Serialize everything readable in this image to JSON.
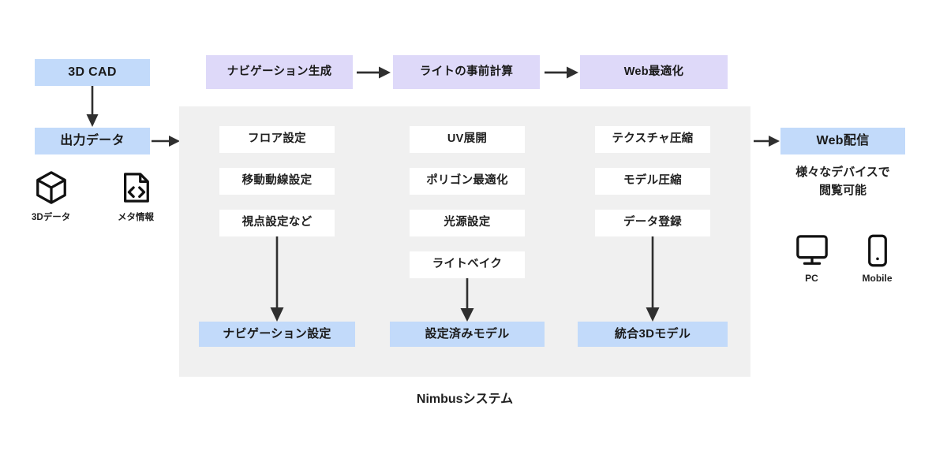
{
  "diagram": {
    "title": "Nimbus 3D pipeline diagram",
    "system_panel_caption": "Nimbusシステム",
    "colors": {
      "blue": "#c2dafa",
      "purple": "#ded9f9",
      "panel_gray": "#f0f0f0",
      "white": "#ffffff",
      "arrow": "#2f2f2f",
      "text": "#1f1f1f"
    }
  },
  "input": {
    "source_label": "3D CAD",
    "output_label": "出力データ",
    "legend": [
      {
        "icon": "cube-icon",
        "label": "3Dデータ"
      },
      {
        "icon": "file-code-icon",
        "label": "メタ情報"
      }
    ]
  },
  "pipeline_top": {
    "steps": [
      {
        "label": "ナビゲーション生成"
      },
      {
        "label": "ライトの事前計算"
      },
      {
        "label": "Web最適化"
      }
    ]
  },
  "system": {
    "columns": [
      {
        "name": "navigation",
        "tasks": [
          "フロア設定",
          "移動動線設定",
          "視点設定など"
        ],
        "result": "ナビゲーション設定"
      },
      {
        "name": "lighting",
        "tasks": [
          "UV展開",
          "ポリゴン最適化",
          "光源設定",
          "ライトベイク"
        ],
        "result": "設定済みモデル"
      },
      {
        "name": "compression",
        "tasks": [
          "テクスチャ圧縮",
          "モデル圧縮",
          "データ登録"
        ],
        "result": "統合3Dモデル"
      }
    ]
  },
  "delivery": {
    "label": "Web配信",
    "note": "様々なデバイスで\n閲覧可能",
    "note_line1": "様々なデバイスで",
    "note_line2": "閲覧可能",
    "devices": [
      {
        "icon": "monitor-icon",
        "label": "PC"
      },
      {
        "icon": "phone-icon",
        "label": "Mobile"
      }
    ]
  }
}
